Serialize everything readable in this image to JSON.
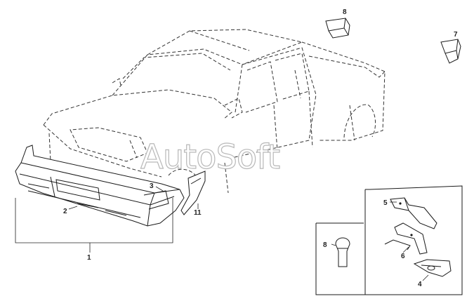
{
  "watermark": "AutoSoft",
  "callouts": {
    "c1": "1",
    "c2": "2",
    "c3": "3",
    "c4": "4",
    "c5": "5",
    "c6": "6",
    "c7": "7",
    "c8_top": "8",
    "c8_inset": "8",
    "c11": "11"
  },
  "colors": {
    "line": "#1a1a1a",
    "watermark_outline": "#b8b8b8",
    "background": "#ffffff"
  }
}
